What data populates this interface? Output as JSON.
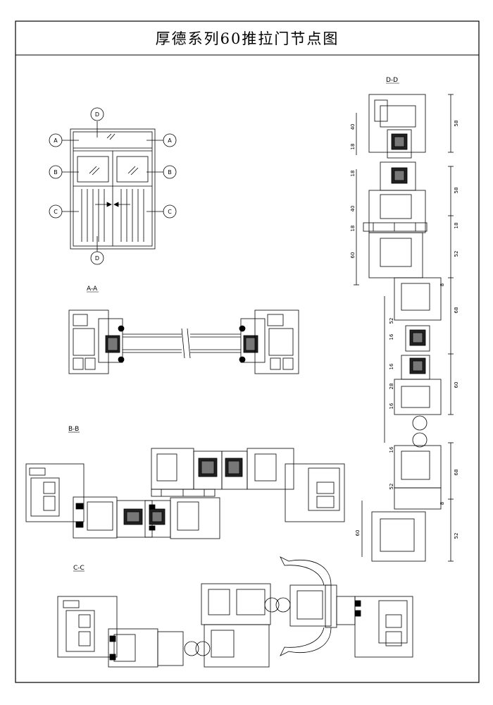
{
  "title": "厚德系列60推拉门节点图",
  "sections": {
    "aa": "A-A",
    "bb": "B-B",
    "cc": "C-C",
    "dd": "D-D"
  },
  "callouts": {
    "top_d": "D",
    "bottom_d": "D",
    "left_a": "A",
    "right_a": "A",
    "left_b": "B",
    "right_b": "B",
    "left_c": "C",
    "right_c": "C"
  },
  "dd_dims_left": [
    "40",
    "18",
    "18",
    "40",
    "18",
    "60"
  ],
  "dd_dims_right": [
    "58",
    "58",
    "18",
    "52"
  ],
  "dd_lower_left": [
    "52",
    "16",
    "16",
    "28",
    "16",
    "16",
    "52",
    "60"
  ],
  "dd_lower_right": [
    "8",
    "68",
    "60",
    "68",
    "8",
    "52"
  ]
}
